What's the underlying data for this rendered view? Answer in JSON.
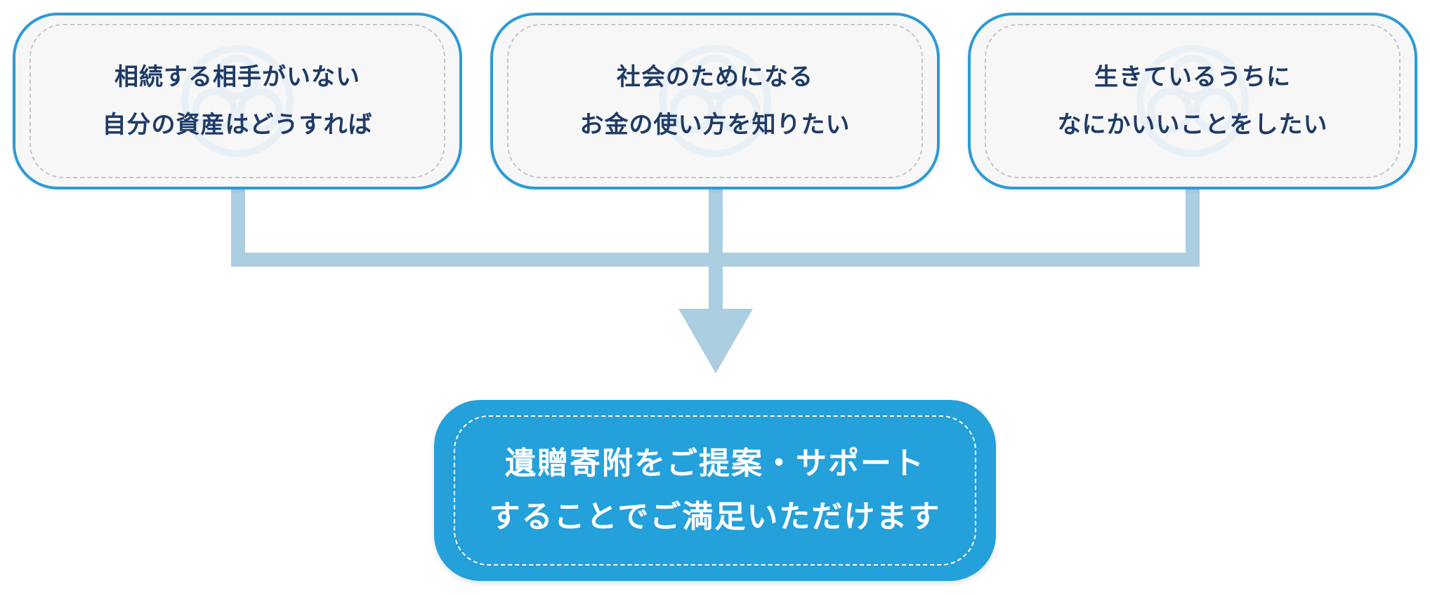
{
  "concerns": [
    {
      "line1": "相続する相手がいない",
      "line2": "自分の資産はどうすれば"
    },
    {
      "line1": "社会のためになる",
      "line2": "お金の使い方を知りたい"
    },
    {
      "line1": "生きているうちに",
      "line2": "なにかいいことをしたい"
    }
  ],
  "result": {
    "line1": "遺贈寄附をご提案・サポート",
    "line2": "することでご満足いただけます"
  },
  "colors": {
    "accent": "#24a0da",
    "box_border": "#2b9bd6",
    "box_fill": "#f7f7f7",
    "text_dark": "#1f3b66",
    "connector": "#abcee0"
  },
  "icons": {
    "watermark": "flower-crest-icon",
    "arrow": "arrow-down-icon"
  }
}
